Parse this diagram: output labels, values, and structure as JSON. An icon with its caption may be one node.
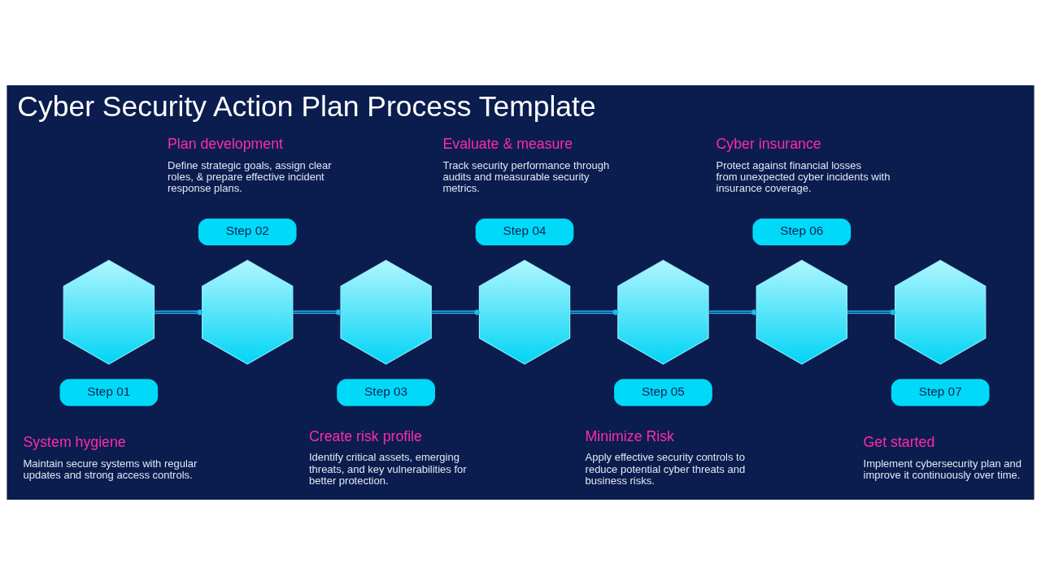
{
  "diagram": {
    "title": "Cyber Security Action Plan Process Template",
    "nodes": [
      {
        "text": [],
        "shape": "hexagon",
        "beside": [
          "System hygiene",
          "Maintain secure systems with regular updates and strong access controls."
        ]
      },
      {
        "text": [
          "Step 01"
        ]
      },
      {
        "text": [],
        "shape": "hexagon",
        "beside": [
          "Plan development",
          "Define strategic goals, assign clear roles, & prepare effective incident response plans."
        ]
      },
      {
        "text": [
          "Step 02"
        ]
      },
      {
        "text": [],
        "shape": "hexagon",
        "beside": [
          "Create risk profile",
          "Identify critical assets, emerging threats, and key vulnerabilities for better protection."
        ]
      },
      {
        "text": [
          "Step 03"
        ]
      },
      {
        "text": [],
        "shape": "hexagon",
        "beside": [
          "Evaluate & measure",
          "Track security performance through audits and measurable security metrics."
        ]
      },
      {
        "text": [
          "Step 04"
        ]
      },
      {
        "text": [],
        "shape": "hexagon",
        "beside": [
          "Minimize Risk",
          "Apply effective security controls to reduce potential cyber threats and business risks."
        ]
      },
      {
        "text": [
          "Step 05"
        ]
      },
      {
        "text": [],
        "shape": "hexagon",
        "beside": [
          "Cyber insurance",
          "Protect against financial losses from unexpected cyber incidents with insurance coverage."
        ]
      },
      {
        "text": [
          "Step 06"
        ]
      },
      {
        "text": [],
        "shape": "hexagon",
        "beside": [
          "Get started",
          "Implement cybersecurity plan and improve it continuously over time."
        ]
      },
      {
        "text": [
          "Step 07"
        ]
      }
    ],
    "edges": [
      {
        "from": 0,
        "to": 2,
        "arrow": "other"
      },
      {
        "from": 2,
        "to": 4,
        "arrow": "other"
      },
      {
        "from": 4,
        "to": 6,
        "arrow": "other"
      },
      {
        "from": 6,
        "to": 8,
        "arrow": "other"
      },
      {
        "from": 8,
        "to": 10,
        "arrow": "other"
      },
      {
        "from": 10,
        "to": 12,
        "arrow": "other"
      }
    ]
  }
}
